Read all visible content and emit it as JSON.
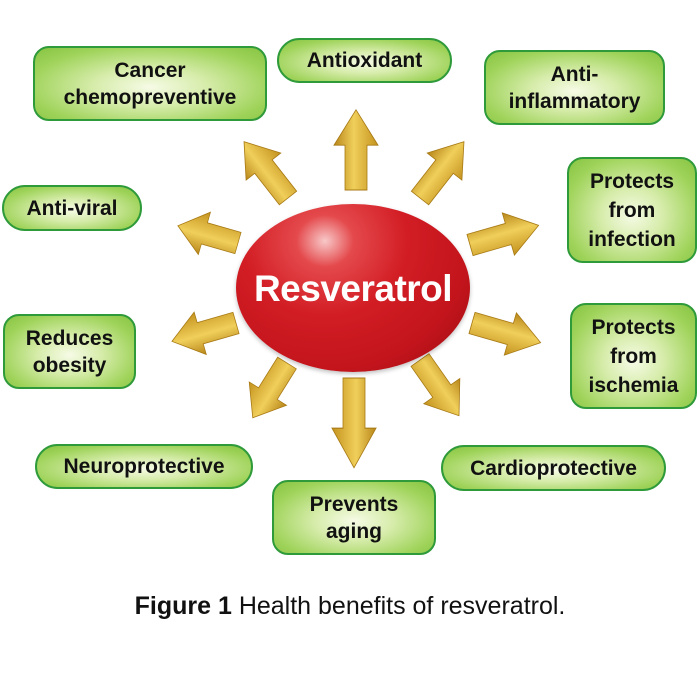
{
  "center": {
    "label": "Resveratrol",
    "color": "#d21d24"
  },
  "benefits": [
    {
      "id": "cancer",
      "lines": [
        "Cancer",
        "chemopreventive"
      ]
    },
    {
      "id": "antioxidant",
      "lines": [
        "Antioxidant"
      ]
    },
    {
      "id": "anti-inflammatory",
      "lines": [
        "Anti-",
        "inflammatory"
      ]
    },
    {
      "id": "anti-viral",
      "lines": [
        "Anti-viral"
      ]
    },
    {
      "id": "infection",
      "lines": [
        "Protects",
        "from",
        "infection"
      ]
    },
    {
      "id": "obesity",
      "lines": [
        "Reduces",
        "obesity"
      ]
    },
    {
      "id": "ischemia",
      "lines": [
        "Protects",
        "from",
        "ischemia"
      ]
    },
    {
      "id": "neuroprotective",
      "lines": [
        "Neuroprotective"
      ]
    },
    {
      "id": "aging",
      "lines": [
        "Prevents",
        "aging"
      ]
    },
    {
      "id": "cardioprotective",
      "lines": [
        "Cardioprotective"
      ]
    }
  ],
  "colors": {
    "box_border": "#2e9a3a",
    "box_fill": "#9fd35a",
    "arrow": "#d4a62a"
  },
  "caption": {
    "label": "Figure 1",
    "text": "Health benefits of resveratrol."
  }
}
